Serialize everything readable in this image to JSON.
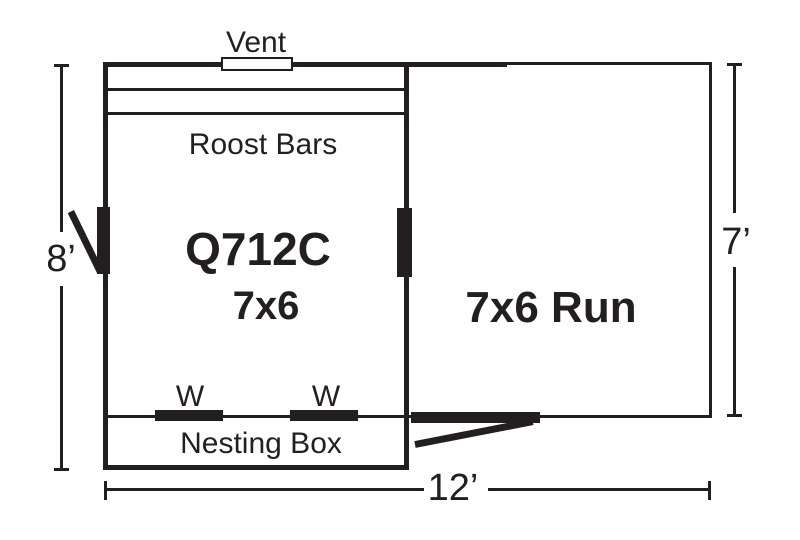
{
  "colors": {
    "ink": "#231f20",
    "paper": "#ffffff"
  },
  "coop": {
    "model": "Q712C",
    "size": "7x6",
    "vent_label": "Vent",
    "roost_label": "Roost Bars",
    "nesting_label": "Nesting Box",
    "window_label": "W"
  },
  "run": {
    "label": "7x6 Run"
  },
  "dimensions": {
    "left_height": "8’",
    "right_height": "7’",
    "bottom_width": "12’"
  }
}
